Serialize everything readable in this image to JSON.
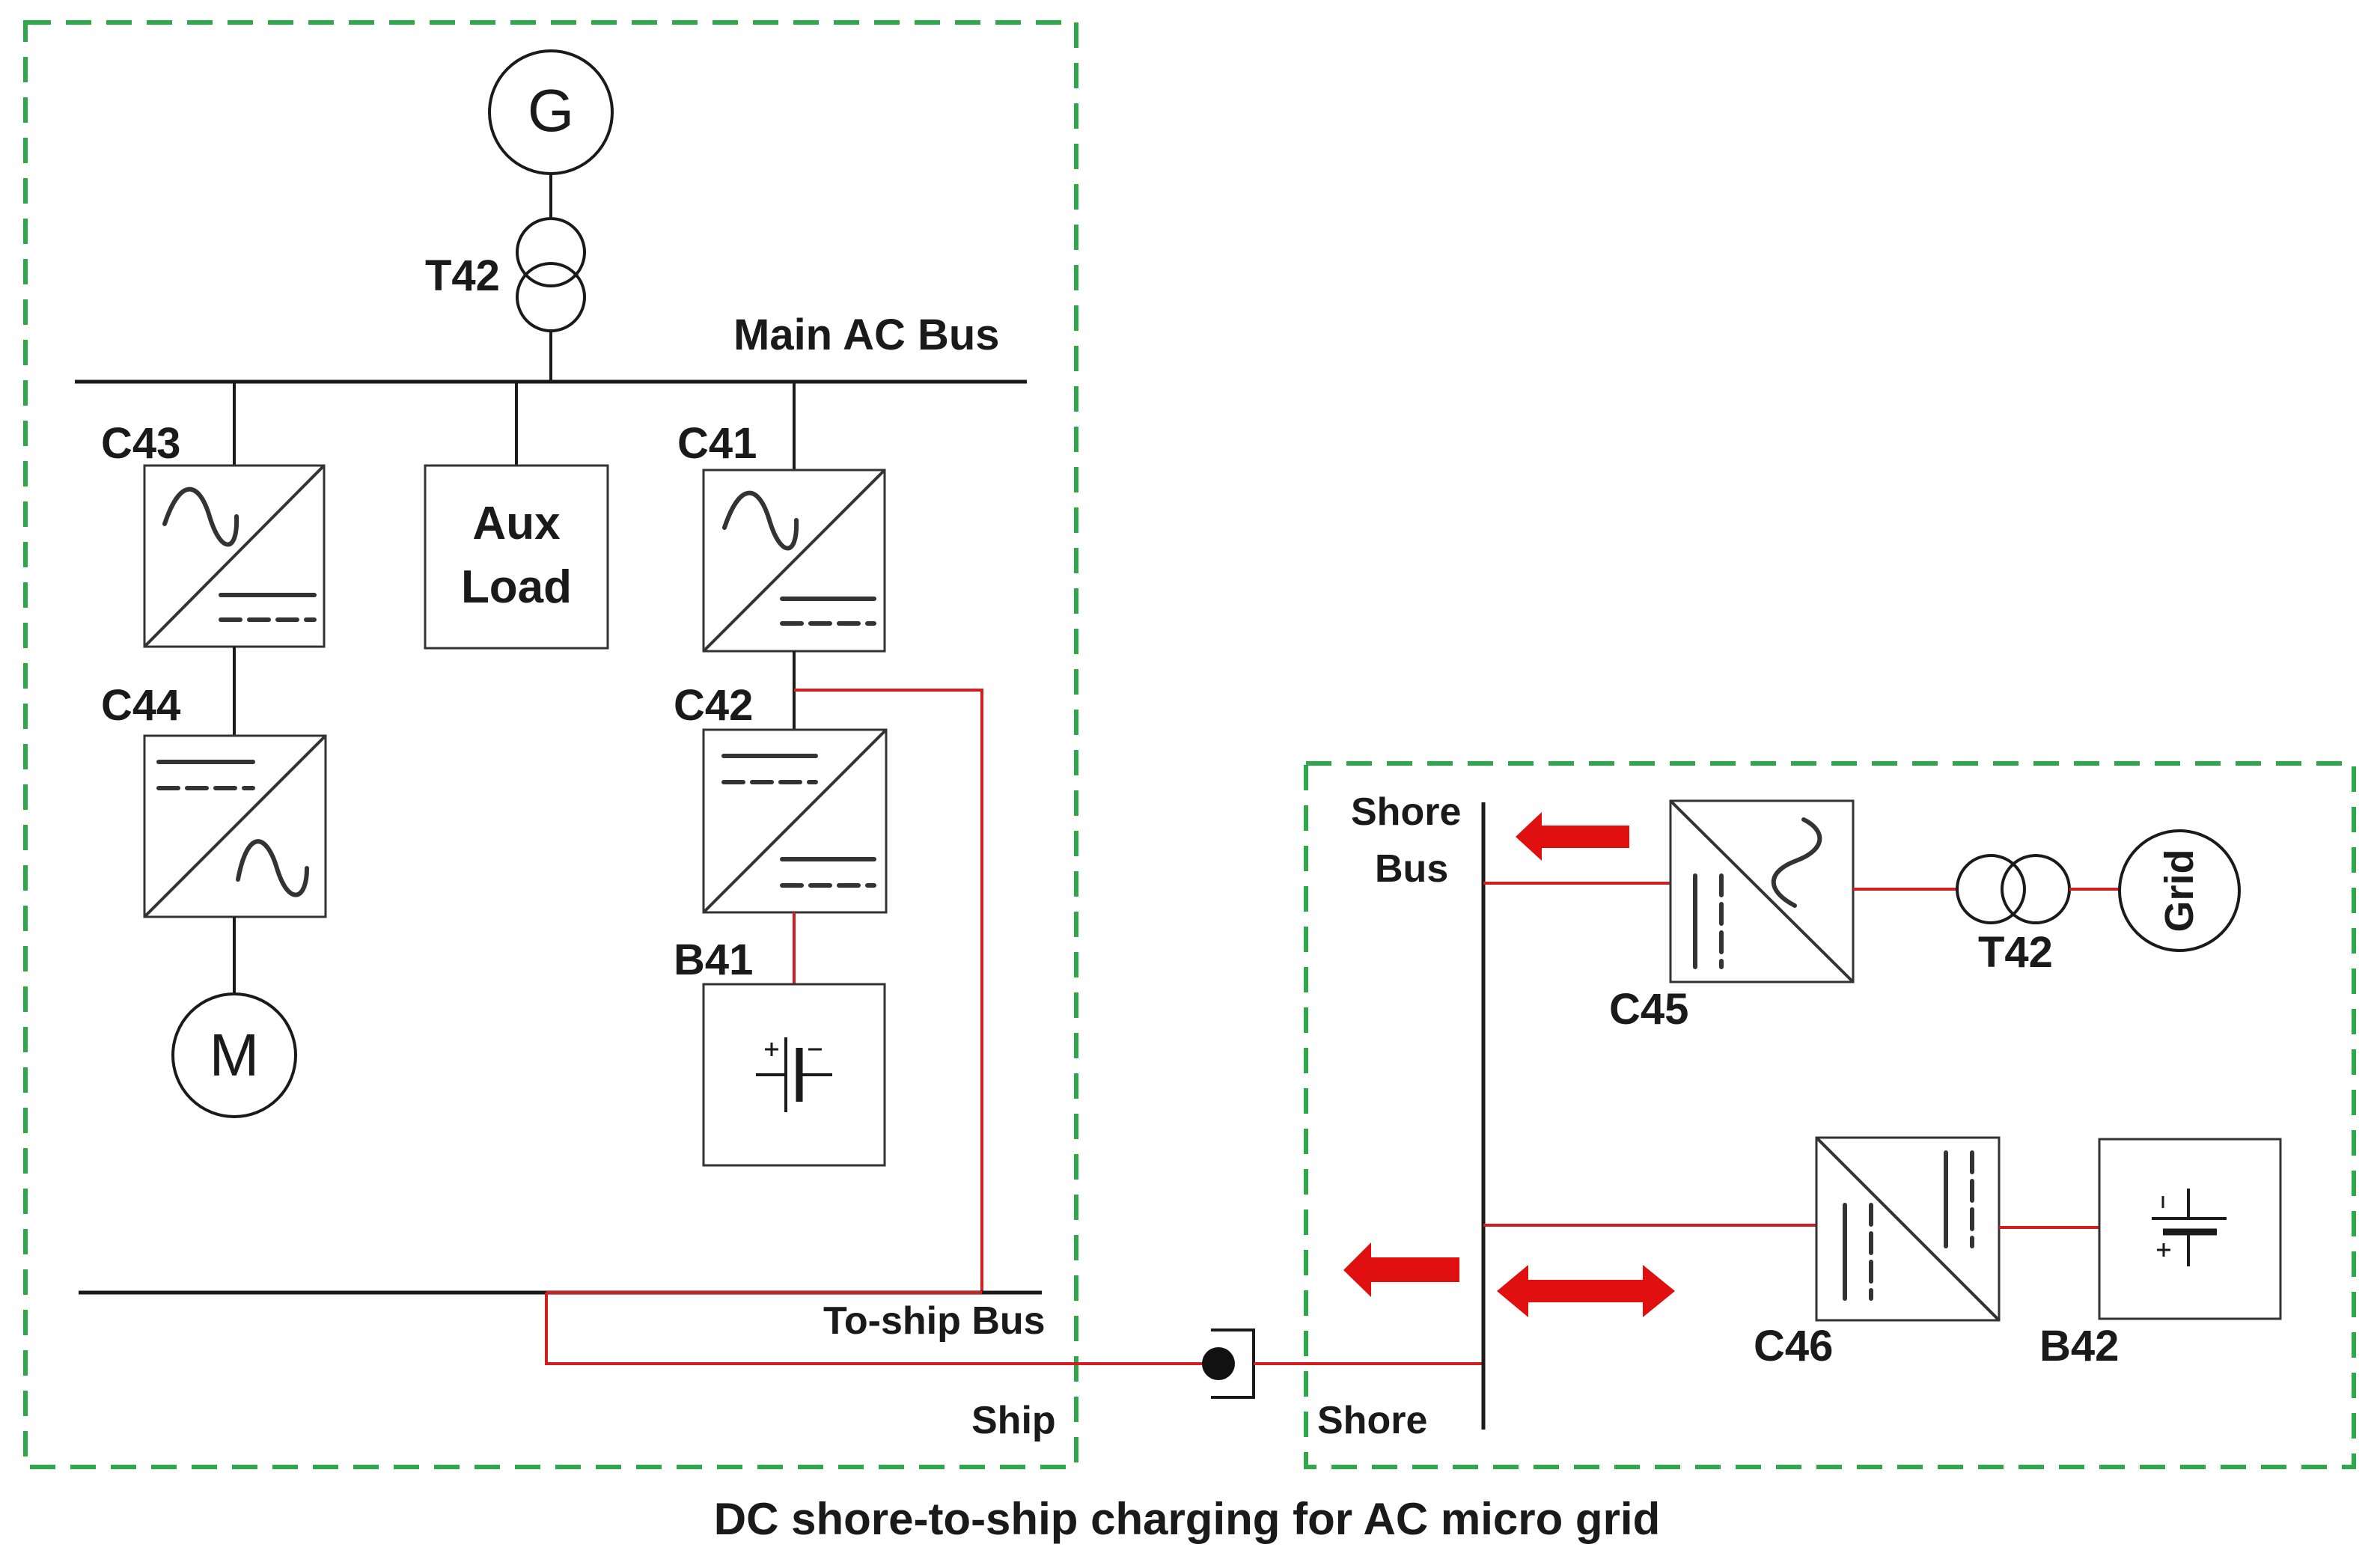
{
  "labels": {
    "generator": "G",
    "motor": "M",
    "transformer_ship": "T42",
    "main_ac_bus": "Main AC Bus",
    "c43": "C43",
    "c44": "C44",
    "c41": "C41",
    "c42": "C42",
    "b41": "B41",
    "aux_load_line1": "Aux",
    "aux_load_line2": "Load",
    "to_ship_bus": "To-ship Bus",
    "ship": "Ship",
    "shore_bus_line1": "Shore",
    "shore_bus_line2": "Bus",
    "shore": "Shore",
    "c45": "C45",
    "transformer_shore": "T42",
    "grid": "Grid",
    "c46": "C46",
    "b42": "B42"
  },
  "caption": "DC shore-to-ship charging for AC micro grid",
  "colors": {
    "region_border": "#2ea84a",
    "power_flow": "#e01010",
    "line": "#1a1a1a"
  }
}
